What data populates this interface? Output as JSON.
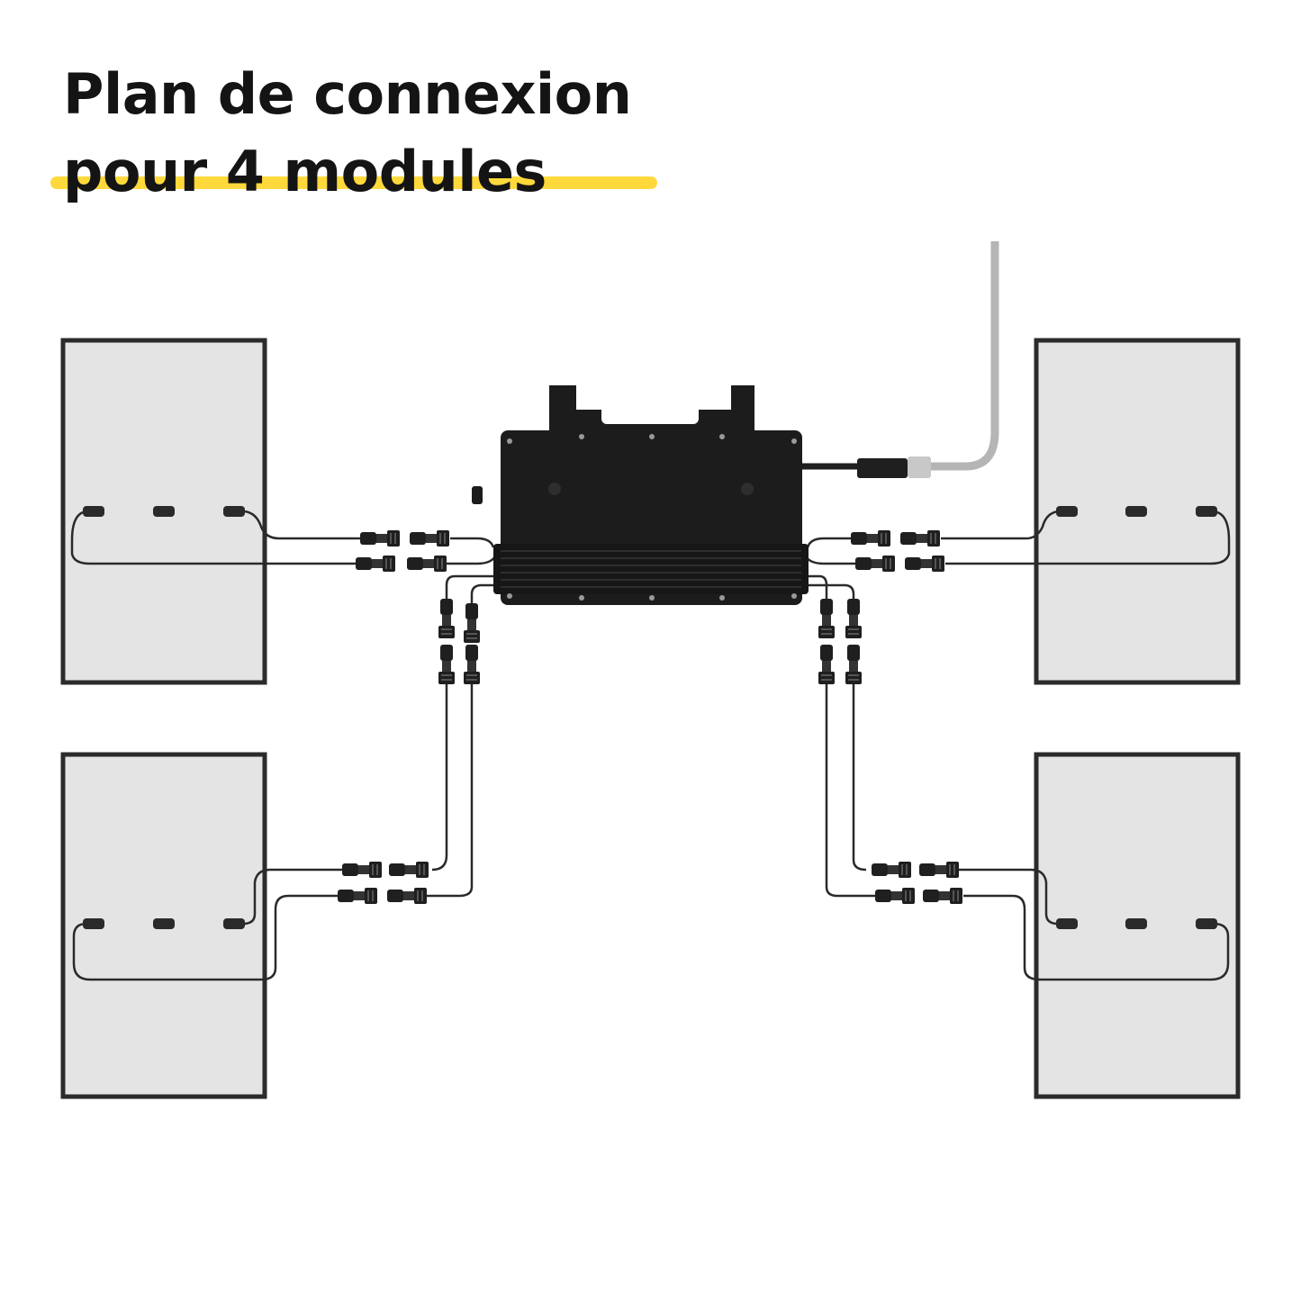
{
  "title": {
    "line1": "Plan de connexion",
    "line2": "pour 4 modules"
  },
  "colors": {
    "accent": "#ffd93b",
    "frame": "#2b2b2b",
    "panel": "#e4e4e4",
    "inverter": "#1c1c1c",
    "ac_cable": "#b5b5b5"
  },
  "diagram": {
    "panels": [
      "module-top-left",
      "module-top-right",
      "module-bottom-left",
      "module-bottom-right"
    ],
    "inverter": "micro-inverter",
    "ac_cable": "ac-output-cable"
  }
}
